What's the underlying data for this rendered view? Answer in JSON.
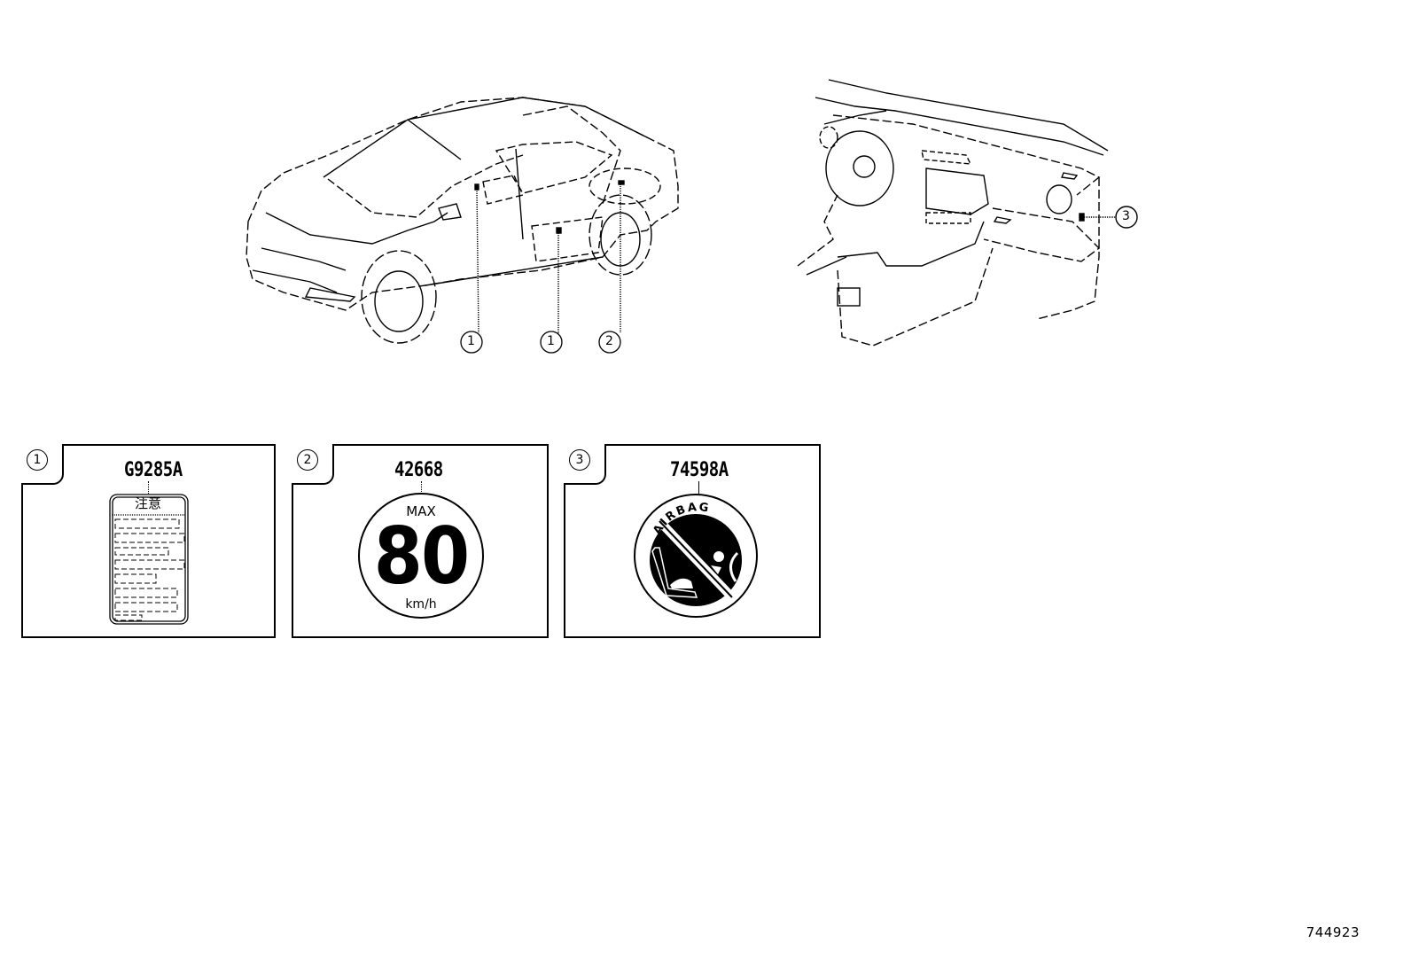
{
  "diagram": {
    "type": "parts-catalog-illustration",
    "subject": "Vehicle caution labels / plates location",
    "views": [
      {
        "name": "exterior-view",
        "description": "Sedan, front-left 3/4 view, doors open",
        "callouts": [
          "1",
          "1",
          "2"
        ]
      },
      {
        "name": "interior-dashboard-view",
        "description": "Dashboard, passenger side end",
        "callouts": [
          "3"
        ]
      }
    ]
  },
  "callouts": {
    "exterior": [
      {
        "num": "1",
        "target": "front door opening / pillar"
      },
      {
        "num": "1",
        "target": "rear door sill"
      },
      {
        "num": "2",
        "target": "fuel filler area"
      }
    ],
    "interior": [
      {
        "num": "3",
        "target": "instrument panel side end"
      }
    ]
  },
  "panels": [
    {
      "num": "1",
      "part_number": "G9285A",
      "label": {
        "heading": "注意",
        "type": "caution-plate"
      }
    },
    {
      "num": "2",
      "part_number": "42668",
      "label": {
        "top": "MAX",
        "value": "80",
        "unit": "km/h",
        "type": "spare-tire-speed-label"
      }
    },
    {
      "num": "3",
      "part_number": "74598A",
      "label": {
        "arc_text": "AIRBAG",
        "type": "airbag-child-seat-warning"
      }
    }
  ],
  "reference_id": "744923"
}
